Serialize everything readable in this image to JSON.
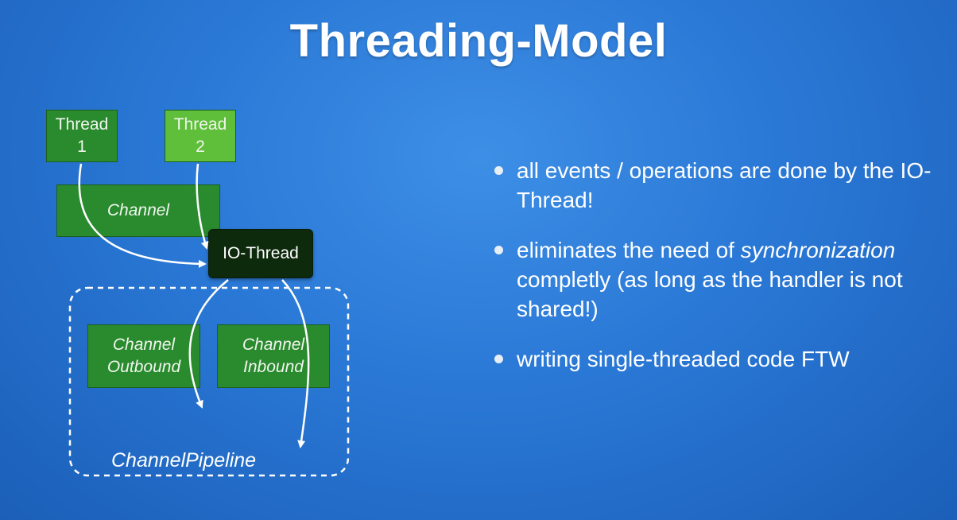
{
  "title": "Threading-Model",
  "diagram": {
    "thread1": "Thread\n1",
    "thread2": "Thread\n2",
    "channel": "Channel",
    "io_thread": "IO-Thread",
    "channel_outbound": "Channel\nOutbound",
    "channel_inbound": "Channel\nInbound",
    "pipeline": "ChannelPipeline"
  },
  "bullets": {
    "b1": "all events / operations are done by the IO-Thread!",
    "b2_italic": "synchronization",
    "b2_pre": "eliminates the need of ",
    "b2_post": " completly (as long as the handler is not shared!)",
    "b3": "writing single-threaded code FTW"
  }
}
